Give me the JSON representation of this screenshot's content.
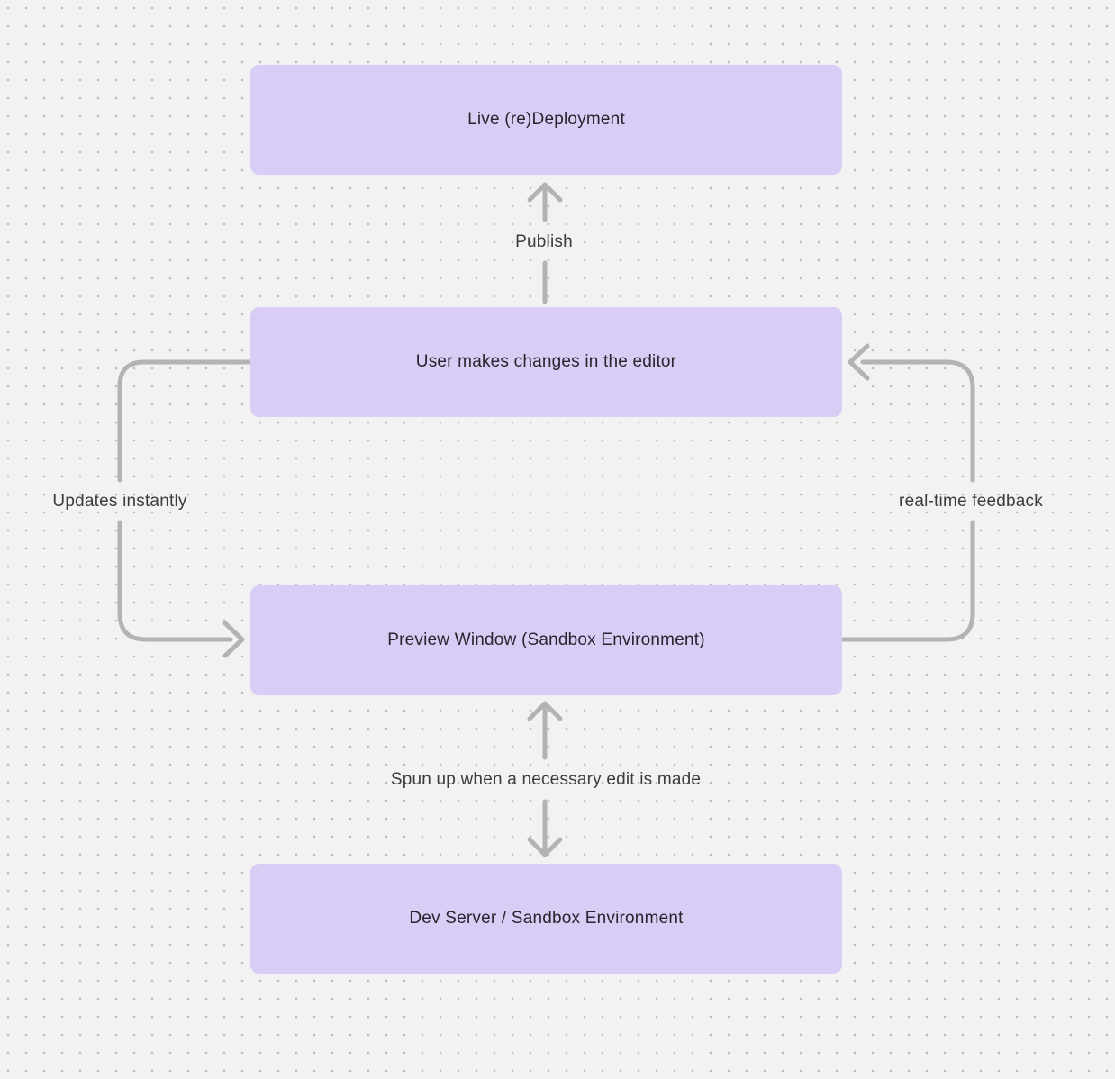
{
  "diagram": {
    "nodes": [
      {
        "id": "live-deployment",
        "label": "Live (re)Deployment"
      },
      {
        "id": "editor",
        "label": "User makes changes in the editor"
      },
      {
        "id": "preview",
        "label": "Preview Window (Sandbox Environment)"
      },
      {
        "id": "dev-server",
        "label": "Dev Server / Sandbox Environment"
      }
    ],
    "edges": [
      {
        "id": "publish",
        "label": "Publish",
        "from": "editor",
        "to": "live-deployment",
        "direction": "up"
      },
      {
        "id": "updates-instantly",
        "label": "Updates instantly",
        "from": "editor",
        "to": "preview",
        "direction": "down-left-loop"
      },
      {
        "id": "real-time-feedback",
        "label": "real-time feedback",
        "from": "preview",
        "to": "editor",
        "direction": "up-right-loop"
      },
      {
        "id": "spun-up",
        "label": "Spun up when a necessary edit is made",
        "from": "preview",
        "to": "dev-server",
        "direction": "both"
      }
    ],
    "colors": {
      "background": "#f2f2f2",
      "dot": "#bdbdbd",
      "node_fill": "#d9ccf5",
      "node_text": "#26262e",
      "edge_text": "#3c3c3c",
      "connector": "#b3b3b3"
    }
  }
}
